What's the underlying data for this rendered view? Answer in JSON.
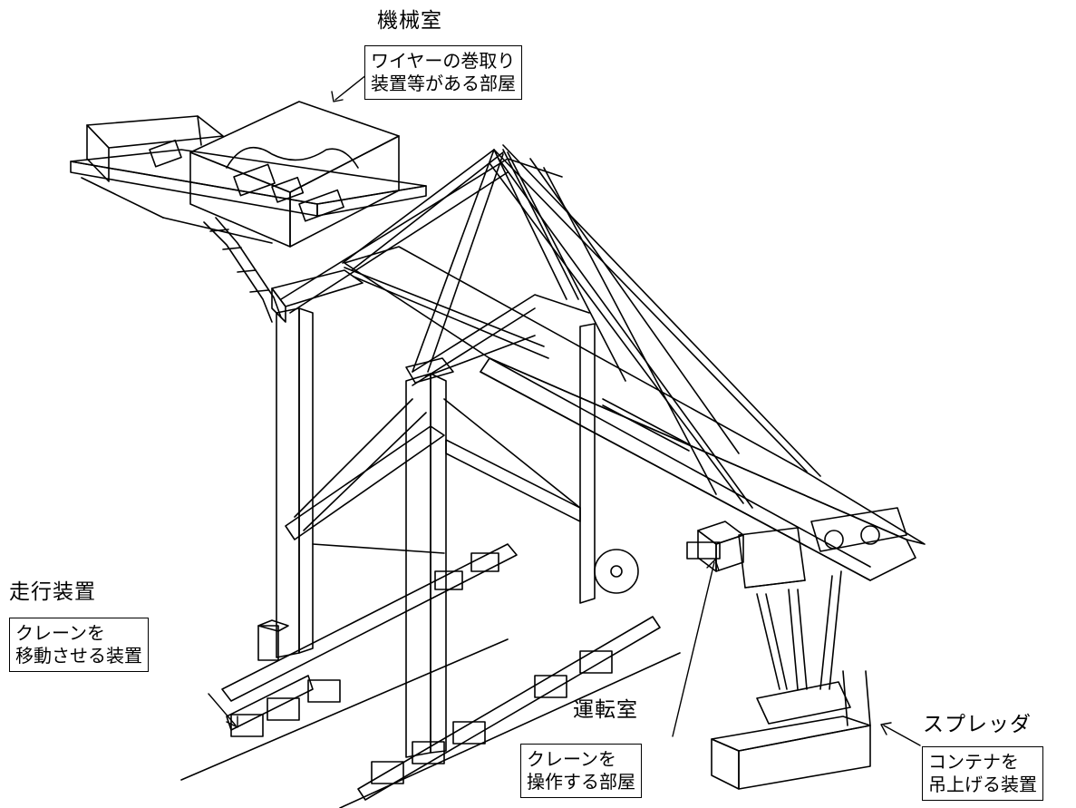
{
  "labels": {
    "machine_room": {
      "title": "機械室",
      "lines": [
        "ワイヤーの巻取り",
        "装置等がある部屋"
      ]
    },
    "travel_device": {
      "title": "走行装置",
      "lines": [
        "クレーンを",
        "移動させる装置"
      ]
    },
    "operator_cab": {
      "title": "運転室",
      "lines": [
        "クレーンを",
        "操作する部屋"
      ]
    },
    "spreader": {
      "title": "スプレッダ",
      "lines": [
        "コンテナを",
        "吊上げる装置"
      ]
    }
  }
}
